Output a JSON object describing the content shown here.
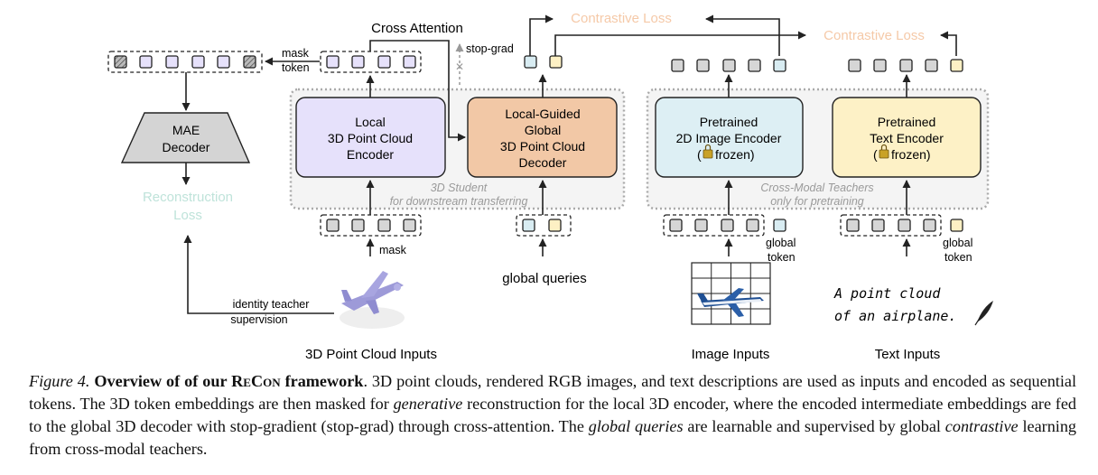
{
  "labels": {
    "cross_attention": "Cross Attention",
    "mask_token_1": "mask",
    "mask_token_2": "token",
    "stop_grad": "stop-grad",
    "contrastive_loss_1": "Contrastive Loss",
    "contrastive_loss_2": "Contrastive Loss",
    "mae_decoder_1": "MAE",
    "mae_decoder_2": "Decoder",
    "reconstruction_loss_1": "Reconstruction",
    "reconstruction_loss_2": "Loss",
    "identity_teacher_1": "identity teacher",
    "identity_teacher_2": "supervision",
    "mask_label": "mask",
    "global_queries": "global queries",
    "student_1": "3D Student",
    "student_2": "for downstream transferring",
    "teachers_1": "Cross-Modal Teachers",
    "teachers_2": "only for pretraining",
    "global_token_img_1": "global",
    "global_token_img_2": "token",
    "global_token_txt_1": "global",
    "global_token_txt_2": "token",
    "text_prompt_1": "A point cloud",
    "text_prompt_2": "of an airplane.",
    "input_pc": "3D Point Cloud Inputs",
    "input_img": "Image Inputs",
    "input_txt": "Text Inputs"
  },
  "boxes": {
    "local_encoder": [
      "Local",
      "3D Point Cloud",
      "Encoder"
    ],
    "global_decoder": [
      "Local-Guided",
      "Global",
      "3D Point Cloud",
      "Decoder"
    ],
    "image_encoder_1": "Pretrained",
    "image_encoder_2": "2D Image Encoder",
    "image_encoder_3": "frozen)",
    "text_encoder_1": "Pretrained",
    "text_encoder_2": "Text Encoder",
    "text_encoder_3": "frozen)"
  },
  "caption": {
    "figure_no": "Figure 4.",
    "title_pre": "Overview of of our",
    "title_brand": "ReCon",
    "title_post": "framework",
    "s1": ". 3D point clouds, rendered RGB images, and text descriptions are used as inputs and encoded as sequential tokens. The 3D token embeddings are then masked for",
    "w_generative": "generative",
    "s2": "reconstruction for the local 3D encoder, where the encoded intermediate embeddings are fed to the global 3D decoder with stop-gradient (stop-grad) through cross-attention. The",
    "w_global_queries": "global queries",
    "s3": "are learnable and supervised by global",
    "w_contrastive": "contrastive",
    "s4": "learning from cross-modal teachers."
  },
  "colors": {
    "local_encoder": "#e6e1fb",
    "global_decoder": "#f2c8a6",
    "image_encoder": "#ddeff4",
    "text_encoder": "#fdf1c6",
    "contrastive": "#f5c9a8",
    "reconstruction": "#bfe3da",
    "token_gray": "#d6d6d6",
    "token_blue": "#d8ecf2",
    "token_yellow": "#fdf0c4"
  }
}
